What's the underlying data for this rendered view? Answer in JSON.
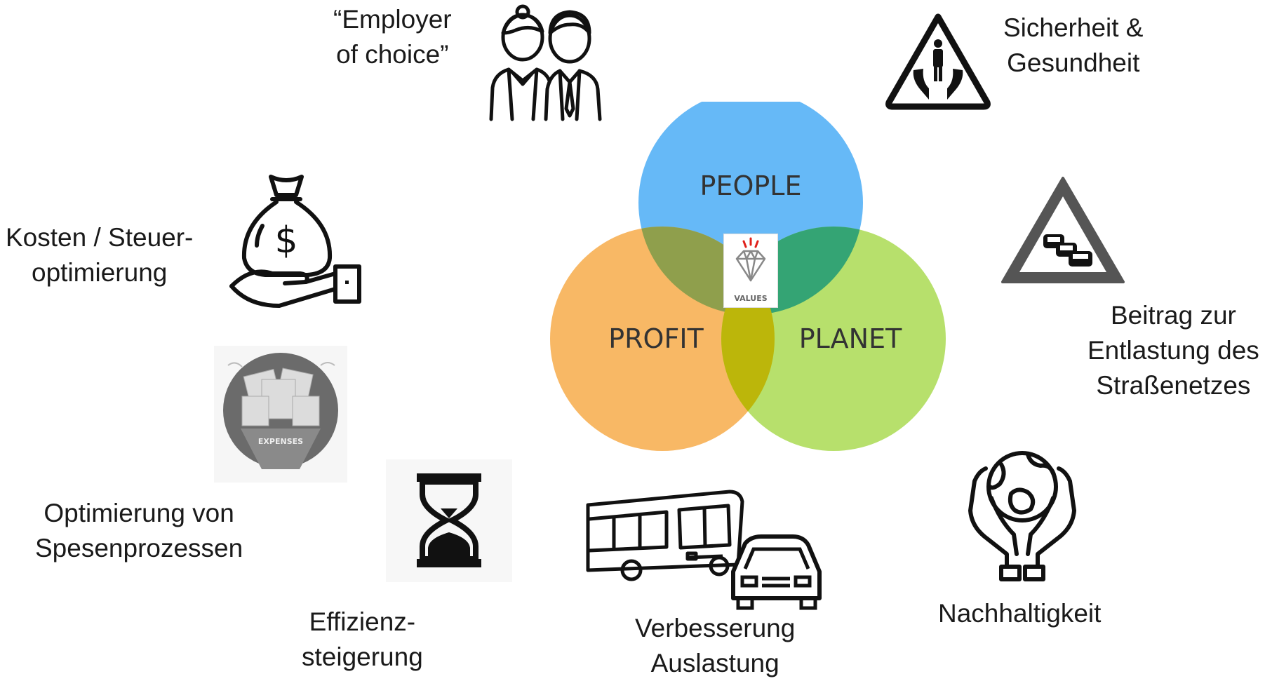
{
  "venn": {
    "people": "PEOPLE",
    "profit": "PROFIT",
    "planet": "PLANET",
    "values": "VALUES",
    "colors": {
      "people": "#66b9f7",
      "profit": "#f8b865",
      "planet": "#b7e06c",
      "people_profit": "#8f9f4c",
      "people_planet": "#34a474",
      "profit_planet": "#bcb60a"
    }
  },
  "labels": {
    "employer": [
      "“Employer",
      "of choice”"
    ],
    "sicherheit": [
      "Sicherheit &",
      "Gesundheit"
    ],
    "kosten": [
      "Kosten / Steuer-",
      "optimierung"
    ],
    "beitrag": [
      "Beitrag zur",
      "Entlastung des",
      "Straßenetzes"
    ],
    "spesen": [
      "Optimierung von",
      "Spesenprozessen"
    ],
    "effizienz": [
      "Effizienz-",
      "steigerung"
    ],
    "verbesserung": [
      "Verbesserung",
      "Auslastung"
    ],
    "nachhaltigkeit": [
      "Nachhaltigkeit"
    ]
  },
  "expenses_label": "EXPENSES",
  "icons": [
    "employees-icon",
    "safety-hands-icon",
    "money-bag-hand-icon",
    "traffic-jam-sign-icon",
    "expenses-funnel-icon",
    "hourglass-icon",
    "bus-and-car-icon",
    "globe-hands-icon",
    "diamond-icon"
  ]
}
